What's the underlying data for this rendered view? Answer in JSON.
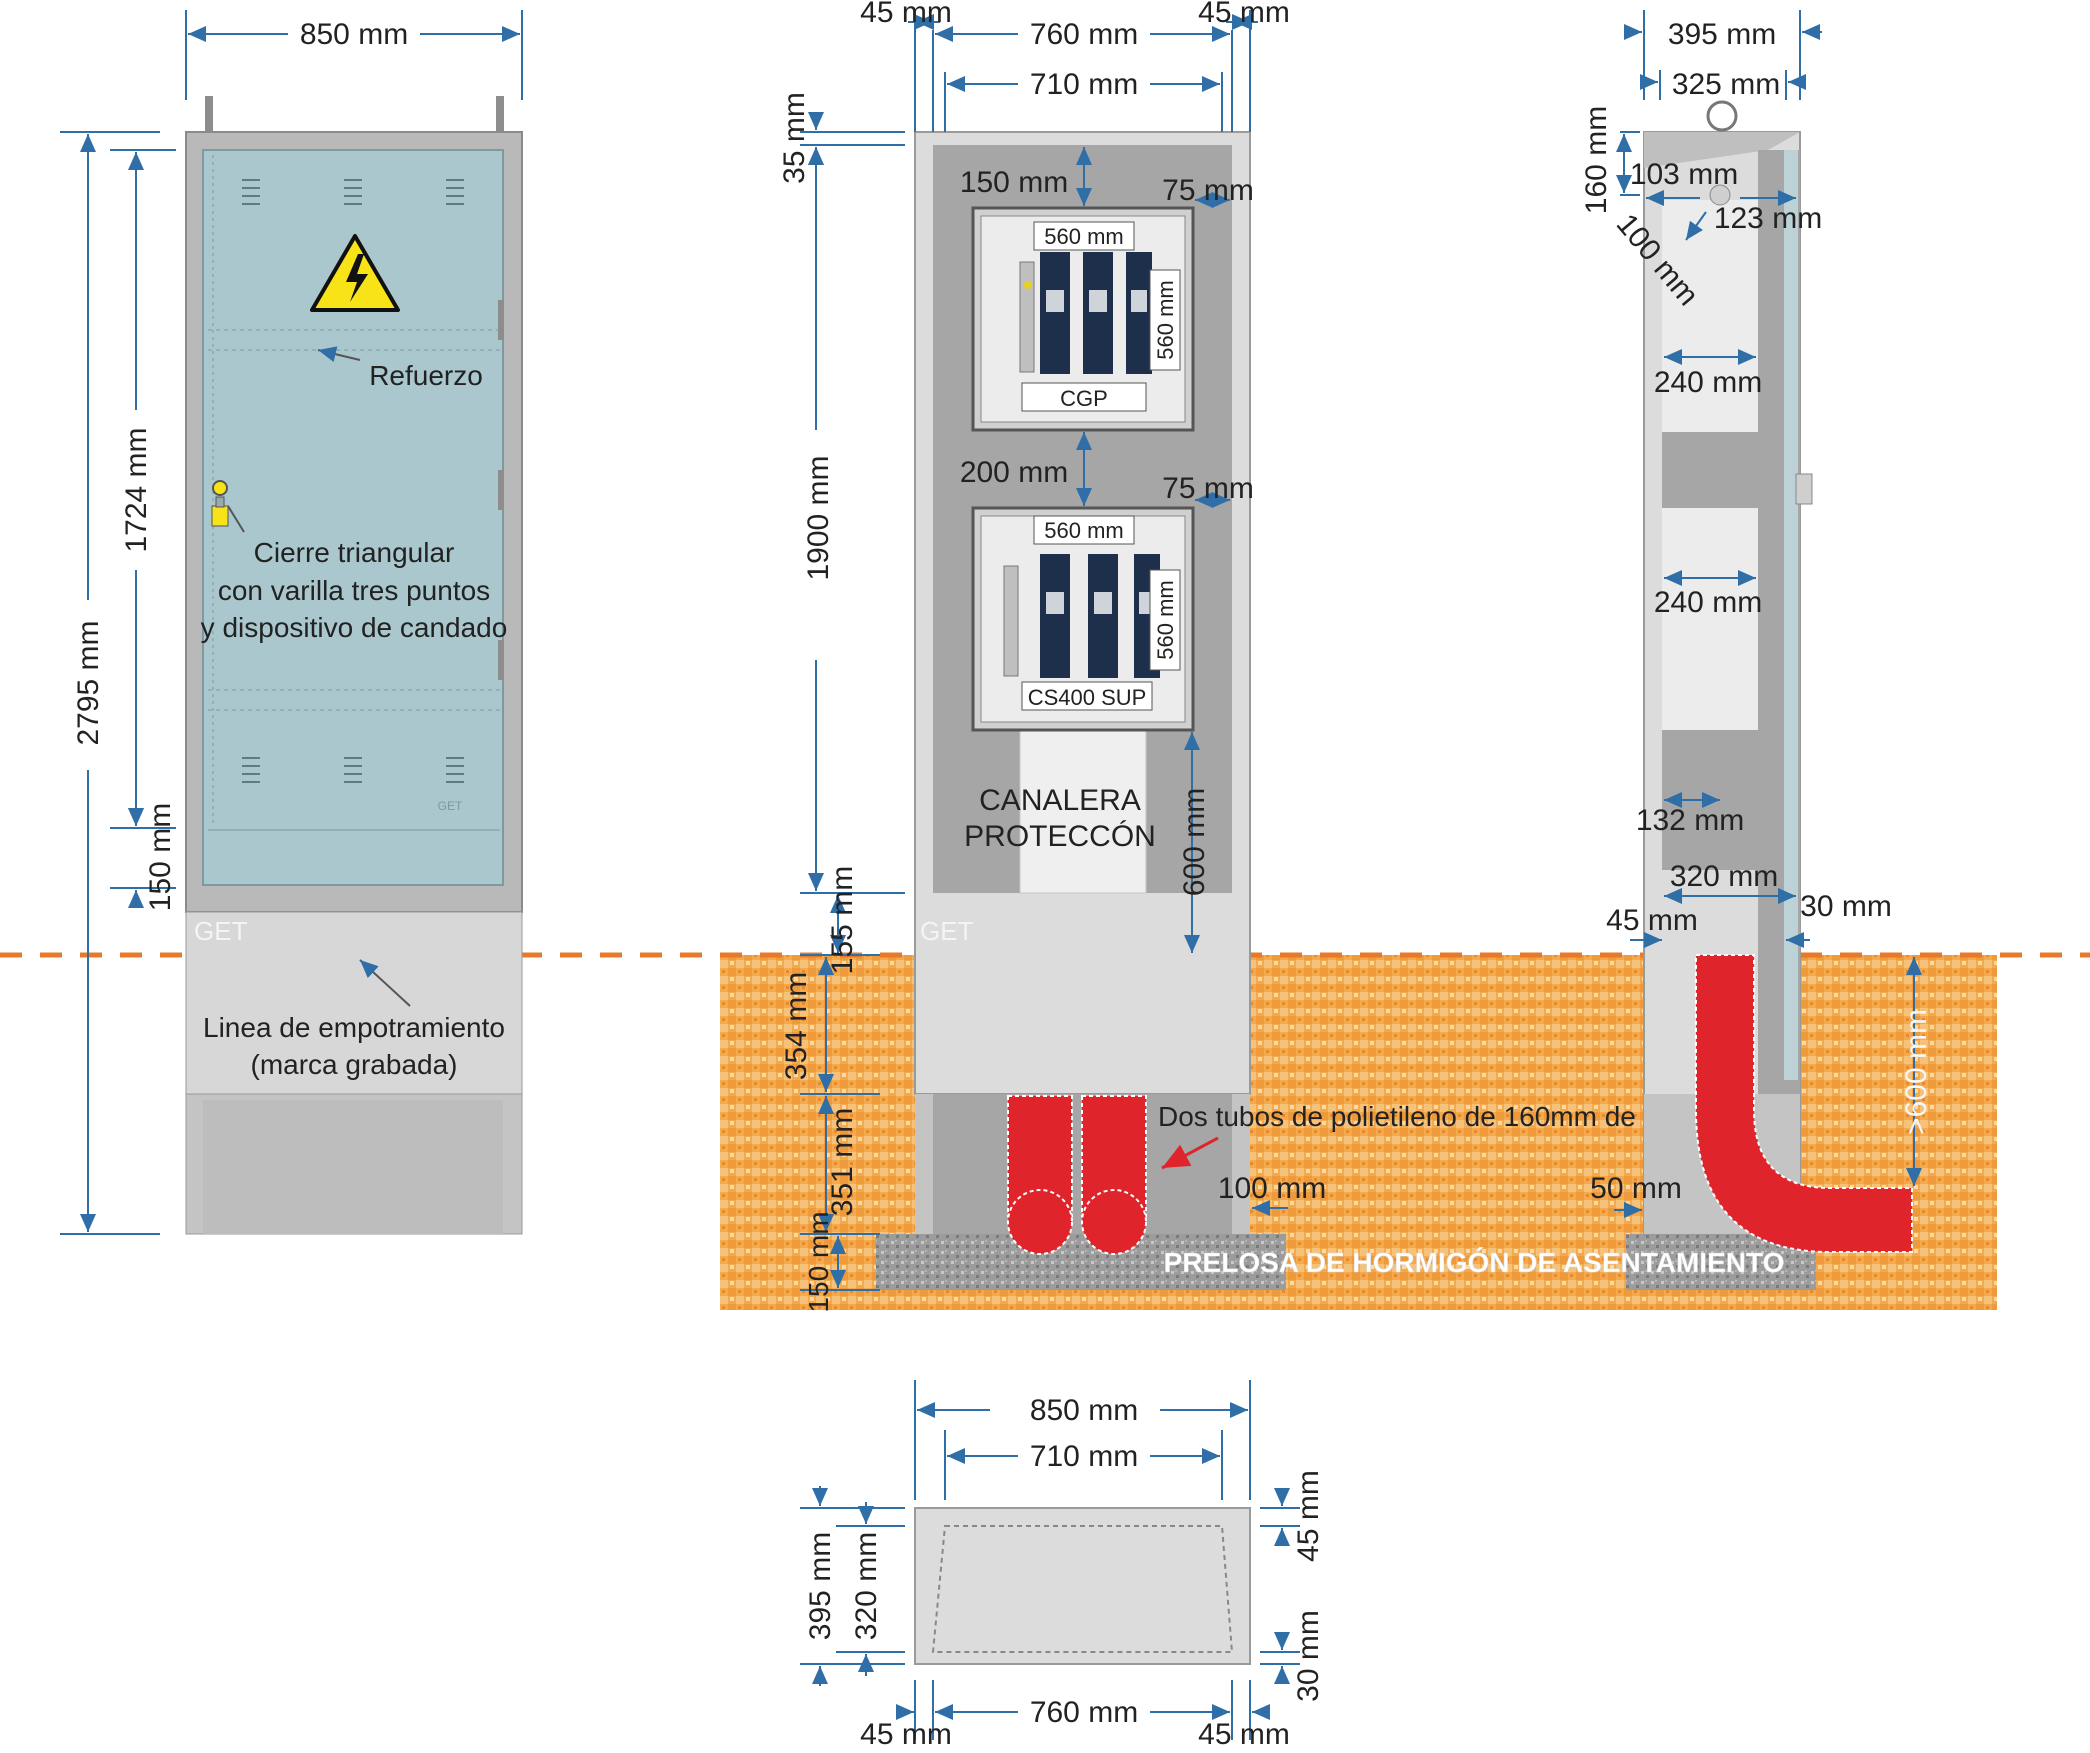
{
  "colors": {
    "door": "#a9c7cc",
    "dim": "#2f6ea6",
    "ground": "#f1a84a",
    "ground_line": "#e8782a",
    "concrete": "#9e9e9e",
    "tube": "#e0242b",
    "panel": "#dcdcdc",
    "interior": "#a6a6a6",
    "warning": "#f7e317"
  },
  "icons": [
    "warning-triangle-icon",
    "padlock-icon",
    "ventilation-louver-icon"
  ],
  "front": {
    "width": "850 mm",
    "total_height": "2795 mm",
    "door_height": "1724 mm",
    "base_height": "150 mm",
    "refuerzo": "Refuerzo",
    "lock_line1": "Cierre triangular",
    "lock_line2": "con varilla tres puntos",
    "lock_line3": "y dispositivo de candado",
    "get": "GET",
    "emb_line1": "Linea de empotramiento",
    "emb_line2": "(marca grabada)"
  },
  "interior": {
    "side_left": "45 mm",
    "inner_width": "760 mm",
    "side_right": "45 mm",
    "plate_width": "710 mm",
    "top_gap": "35 mm",
    "height": "1900 mm",
    "bottom_gap": "155 mm",
    "gap_top": "150 mm",
    "gap_right1": "75 mm",
    "gap_mid": "200 mm",
    "gap_right2": "75 mm",
    "box1_width": "560 mm",
    "box1_height": "560 mm",
    "box1_label": "CGP",
    "box2_width": "560 mm",
    "box2_height": "560 mm",
    "box2_label": "CS400 SUP",
    "canal_line1": "CANALERA",
    "canal_line2": "PROTECCÓN",
    "canal_height": "600 mm",
    "get": "GET",
    "buried": "354 mm",
    "legs": "351 mm",
    "slab": "150 mm",
    "leg_gap": "100 mm",
    "tubes_label": "Dos tubos de polietileno de 160mm de Ø"
  },
  "side": {
    "width": "395 mm",
    "inner": "325 mm",
    "roof": "160 mm",
    "hook": "103 mm",
    "hook2": "123 mm",
    "diag": "100 mm",
    "w1": "240 mm",
    "w2": "240 mm",
    "w3": "132 mm",
    "base_w": "320 mm",
    "left_w": "45 mm",
    "right_w": "30 mm",
    "depth": ">600 mm",
    "foot": "50 mm",
    "slab_label": "PRELOSA DE HORMIGÓN DE ASENTAMIENTO"
  },
  "plan": {
    "width": "850 mm",
    "inner": "710 mm",
    "depth": "395 mm",
    "inner_depth": "320 mm",
    "right_top": "45 mm",
    "right_bottom": "30 mm",
    "left": "45 mm",
    "middle": "760 mm",
    "right": "45 mm"
  }
}
